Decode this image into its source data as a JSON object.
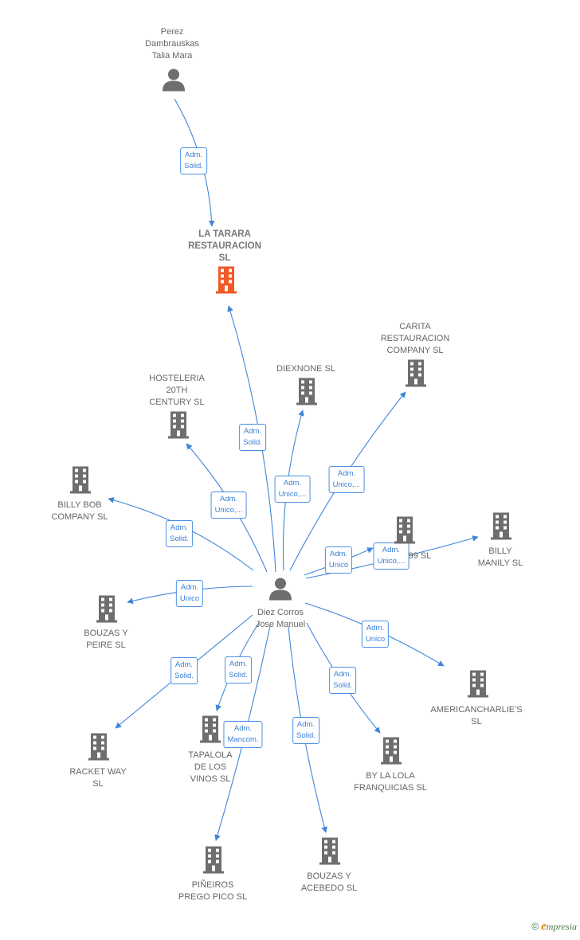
{
  "diagram": {
    "nodes": [
      {
        "id": "perez",
        "label": [
          "Perez",
          "Dambrauskas",
          "Talia Mara"
        ],
        "kind": "person",
        "main": false
      },
      {
        "id": "tarara",
        "label": [
          "LA TARARA",
          "RESTAURACION",
          "SL"
        ],
        "kind": "company",
        "main": true
      },
      {
        "id": "diez",
        "label": [
          "Diez Corros",
          "Jose Manuel"
        ],
        "kind": "person",
        "main": false
      },
      {
        "id": "carita",
        "label": [
          "CARITA",
          "RESTAURACION",
          "COMPANY  SL"
        ],
        "kind": "company",
        "main": false
      },
      {
        "id": "diexnone",
        "label": [
          "DIEXNONE SL"
        ],
        "kind": "company",
        "main": false
      },
      {
        "id": "hosteleria",
        "label": [
          "HOSTELERIA",
          "20TH",
          "CENTURY  SL"
        ],
        "kind": "company",
        "main": false
      },
      {
        "id": "billybob",
        "label": [
          "BILLY BOB",
          "COMPANY  SL"
        ],
        "kind": "company",
        "main": false
      },
      {
        "id": "n99",
        "label": [
          "99 SL"
        ],
        "kind": "company",
        "main": false
      },
      {
        "id": "billymanily",
        "label": [
          "BILLY",
          "MANILY  SL"
        ],
        "kind": "company",
        "main": false
      },
      {
        "id": "bouzaspeire",
        "label": [
          "BOUZAS Y",
          "PEIRE SL"
        ],
        "kind": "company",
        "main": false
      },
      {
        "id": "americancharlie",
        "label": [
          "AMERICANCHARLIE'S",
          "SL"
        ],
        "kind": "company",
        "main": false
      },
      {
        "id": "racketway",
        "label": [
          "RACKET WAY",
          "SL"
        ],
        "kind": "company",
        "main": false
      },
      {
        "id": "tapalola",
        "label": [
          "TAPALOLA",
          "DE LOS",
          "VINOS SL"
        ],
        "kind": "company",
        "main": false
      },
      {
        "id": "bylola",
        "label": [
          "BY LA LOLA",
          "FRANQUICIAS SL"
        ],
        "kind": "company",
        "main": false
      },
      {
        "id": "pineiros",
        "label": [
          "PIÑEIROS",
          "PREGO PICO SL"
        ],
        "kind": "company",
        "main": false
      },
      {
        "id": "bouzasacebedo",
        "label": [
          "BOUZAS Y",
          "ACEBEDO SL"
        ],
        "kind": "company",
        "main": false
      }
    ],
    "edges": [
      {
        "from": "perez",
        "to": "tarara",
        "label": [
          "Adm.",
          "Solid."
        ]
      },
      {
        "from": "diez",
        "to": "tarara",
        "label": [
          "Adm.",
          "Solid."
        ]
      },
      {
        "from": "diez",
        "to": "diexnone",
        "label": [
          "Adm.",
          "Unico,..."
        ]
      },
      {
        "from": "diez",
        "to": "carita",
        "label": [
          "Adm.",
          "Unico,..."
        ]
      },
      {
        "from": "diez",
        "to": "hosteleria",
        "label": [
          "Adm.",
          "Unico,..."
        ]
      },
      {
        "from": "diez",
        "to": "billybob",
        "label": [
          "Adm.",
          "Solid."
        ]
      },
      {
        "from": "diez",
        "to": "n99",
        "label": [
          "Adm.",
          "Unico"
        ]
      },
      {
        "from": "diez",
        "to": "billymanily",
        "label": [
          "Adm.",
          "Unico,..."
        ]
      },
      {
        "from": "diez",
        "to": "bouzaspeire",
        "label": [
          "Adm.",
          "Unico"
        ]
      },
      {
        "from": "diez",
        "to": "americancharlie",
        "label": [
          "Adm.",
          "Unico"
        ]
      },
      {
        "from": "diez",
        "to": "racketway",
        "label": [
          "Adm.",
          "Solid."
        ]
      },
      {
        "from": "diez",
        "to": "tapalola",
        "label": [
          "Adm.",
          "Solid."
        ]
      },
      {
        "from": "diez",
        "to": "pineiros",
        "label": [
          "Adm.",
          "Mancom."
        ]
      },
      {
        "from": "diez",
        "to": "bouzasacebedo",
        "label": [
          "Adm.",
          "Solid."
        ]
      },
      {
        "from": "diez",
        "to": "bylola",
        "label": [
          "Adm.",
          "Solid."
        ]
      }
    ]
  },
  "colors": {
    "edge": "#3f86d8",
    "company": "#6e6e6e",
    "main_company": "#f05a28",
    "person": "#6e6e6e",
    "badge_text": "#3a7fd5"
  },
  "footer": {
    "copyright": "©",
    "brand_initial": "e",
    "brand_rest": "mpresia"
  }
}
